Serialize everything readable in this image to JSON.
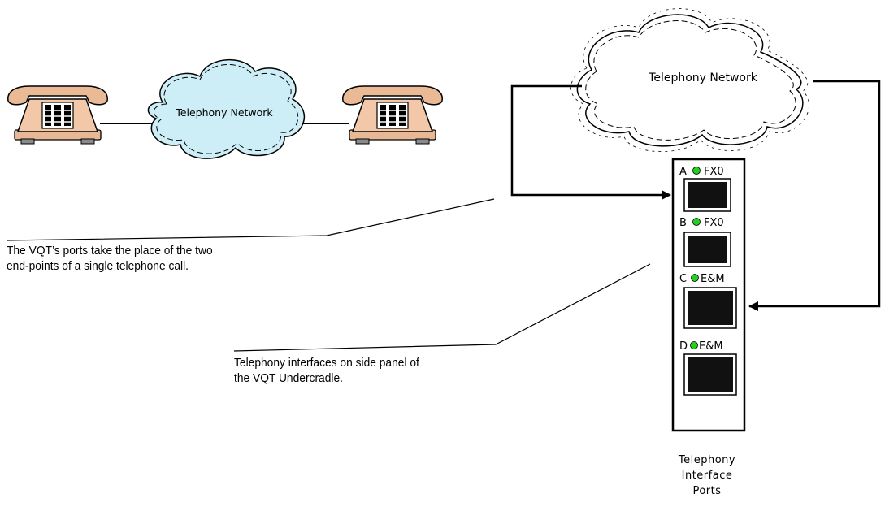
{
  "left_scene": {
    "network_label": "Telephony Network"
  },
  "right_scene": {
    "network_label": "Telephony Network",
    "ports": [
      {
        "letter": "A",
        "type": "FX0"
      },
      {
        "letter": "B",
        "type": "FX0"
      },
      {
        "letter": "C",
        "type": "E&M"
      },
      {
        "letter": "D",
        "type": "E&M"
      }
    ],
    "panel_caption": [
      "Telephony",
      "Interface",
      "Ports"
    ]
  },
  "callouts": {
    "ports_caption": [
      "The VQT’s ports take the place of the two",
      "end-points of a single telephone call."
    ],
    "interfaces_caption": [
      "Telephony interfaces on side panel of",
      "the VQT Undercradle."
    ]
  },
  "colors": {
    "phone_body": "#f2c8a8",
    "cloud_fill": "#cdeef6",
    "led": "#1fd21f"
  }
}
